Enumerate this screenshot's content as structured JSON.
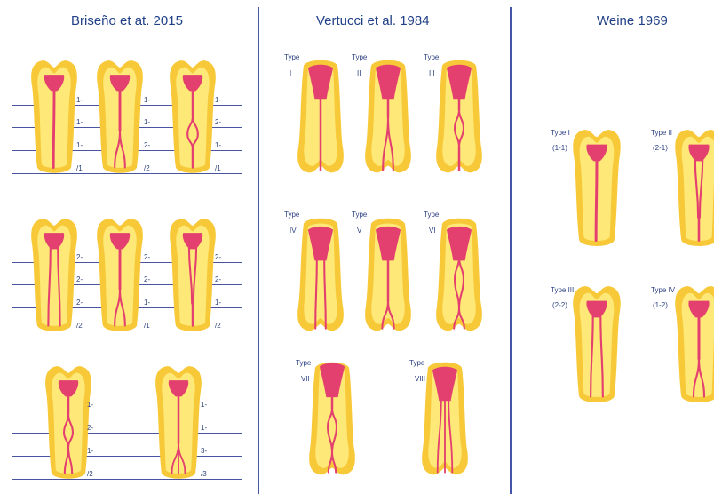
{
  "panels": [
    {
      "title": "Briseño et at. 2015"
    },
    {
      "title": "Vertucci et al. 1984"
    },
    {
      "title": "Weine 1969"
    }
  ],
  "briseno": {
    "rows": [
      {
        "teeth": [
          {
            "labels": [
              "1-",
              "1-",
              "1-",
              "/1"
            ]
          },
          {
            "labels": [
              "1-",
              "1-",
              "2-",
              "/2"
            ]
          },
          {
            "labels": [
              "1-",
              "2-",
              "1-",
              "/1"
            ]
          }
        ]
      },
      {
        "teeth": [
          {
            "labels": [
              "2-",
              "2-",
              "2-",
              "/2"
            ]
          },
          {
            "labels": [
              "2-",
              "2-",
              "1-",
              "/1"
            ]
          },
          {
            "labels": [
              "2-",
              "2-",
              "1-",
              "/2"
            ]
          }
        ]
      },
      {
        "teeth": [
          {
            "labels": [
              "1-",
              "2-",
              "1-",
              "/2"
            ]
          },
          {
            "labels": [
              "1-",
              "1-",
              "3-",
              "/3"
            ]
          }
        ]
      }
    ]
  },
  "vertucci": {
    "types": [
      {
        "word": "Type",
        "numeral": "I"
      },
      {
        "word": "Type",
        "numeral": "II"
      },
      {
        "word": "Type",
        "numeral": "III"
      },
      {
        "word": "Type",
        "numeral": "IV"
      },
      {
        "word": "Type",
        "numeral": "V"
      },
      {
        "word": "Type",
        "numeral": "VI"
      },
      {
        "word": "Type",
        "numeral": "VII"
      },
      {
        "word": "Type",
        "numeral": "VIII"
      }
    ]
  },
  "weine": {
    "types": [
      {
        "name": "Type I",
        "code": "(1-1)"
      },
      {
        "name": "Type II",
        "code": "(2-1)"
      },
      {
        "name": "Type III",
        "code": "(2-2)"
      },
      {
        "name": "Type IV",
        "code": "(1-2)"
      }
    ]
  },
  "colors": {
    "title": "#1f3f86",
    "divider": "#4456a6",
    "line": "#4a55a0",
    "tooth_outer": "#f7c938",
    "tooth_inner": "#fde878",
    "pulp": "#e3406f",
    "pulp_dark": "#c92a5a"
  }
}
